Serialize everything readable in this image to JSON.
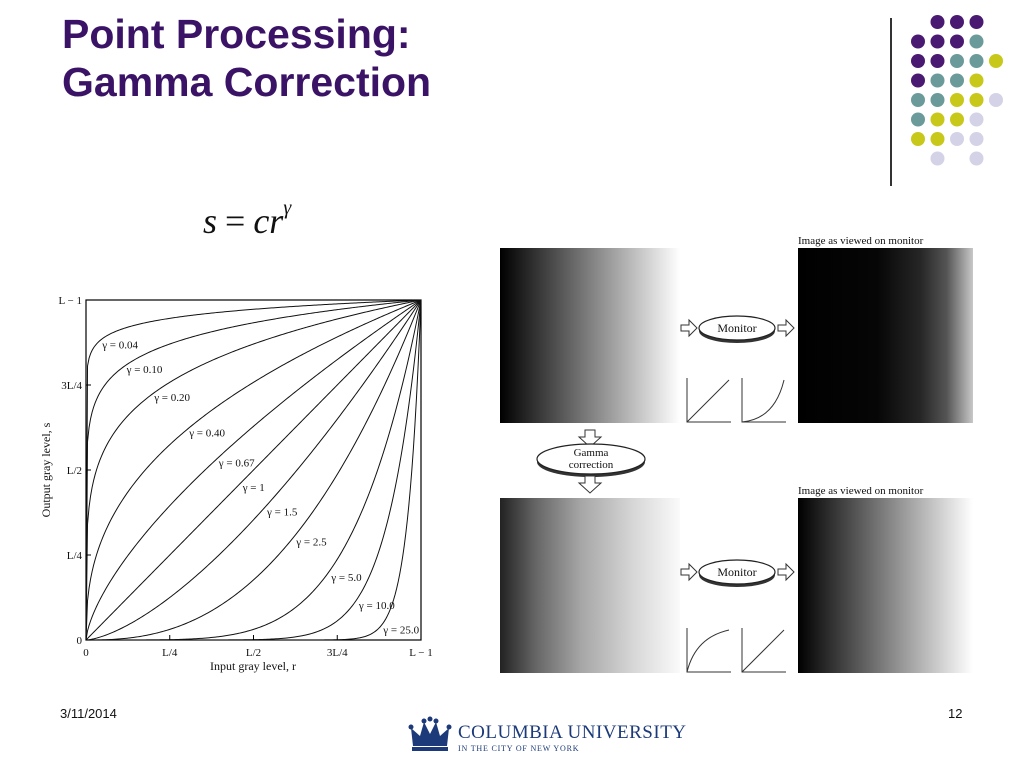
{
  "slide": {
    "title_line1": "Point Processing:",
    "title_line2": "Gamma Correction",
    "date": "3/11/2014",
    "page_number": "12"
  },
  "formula": {
    "lhs": "s",
    "rhs": "cr",
    "exponent": "γ"
  },
  "gamma_plot": {
    "ylabel": "Output gray level, s",
    "xlabel": "Input gray level, r",
    "x_ticks": [
      "0",
      "L/4",
      "L/2",
      "3L/4",
      "L − 1"
    ],
    "y_ticks": [
      "0",
      "L/4",
      "L/2",
      "3L/4",
      "L − 1"
    ],
    "curves": [
      {
        "label": "γ = 0.04",
        "gamma": 0.04
      },
      {
        "label": "γ = 0.10",
        "gamma": 0.1
      },
      {
        "label": "γ = 0.20",
        "gamma": 0.2
      },
      {
        "label": "γ = 0.40",
        "gamma": 0.4
      },
      {
        "label": "γ = 0.67",
        "gamma": 0.67
      },
      {
        "label": "γ = 1",
        "gamma": 1
      },
      {
        "label": "γ = 1.5",
        "gamma": 1.5
      },
      {
        "label": "γ = 2.5",
        "gamma": 2.5
      },
      {
        "label": "γ = 5.0",
        "gamma": 5.0
      },
      {
        "label": "γ = 10.0",
        "gamma": 10.0
      },
      {
        "label": "γ = 25.0",
        "gamma": 25.0
      }
    ]
  },
  "monitor_figure": {
    "viewed_label_top": "Image as viewed on monitor",
    "viewed_label_bottom": "Image as viewed on monitor",
    "monitor_label_top": "Monitor",
    "monitor_label_bottom": "Monitor",
    "gamma_label_line1": "Gamma",
    "gamma_label_line2": "correction"
  },
  "logo": {
    "name": "COLUMBIA UNIVERSITY",
    "tagline": "IN THE CITY OF NEW YORK"
  },
  "colors": {
    "title": "#3b1366",
    "dot_purple": "#4a1a72",
    "dot_teal": "#6a9a9a",
    "dot_yellow": "#c8c81a",
    "dot_lavender": "#d4d2e6",
    "logo_blue": "#1c3a7a"
  }
}
